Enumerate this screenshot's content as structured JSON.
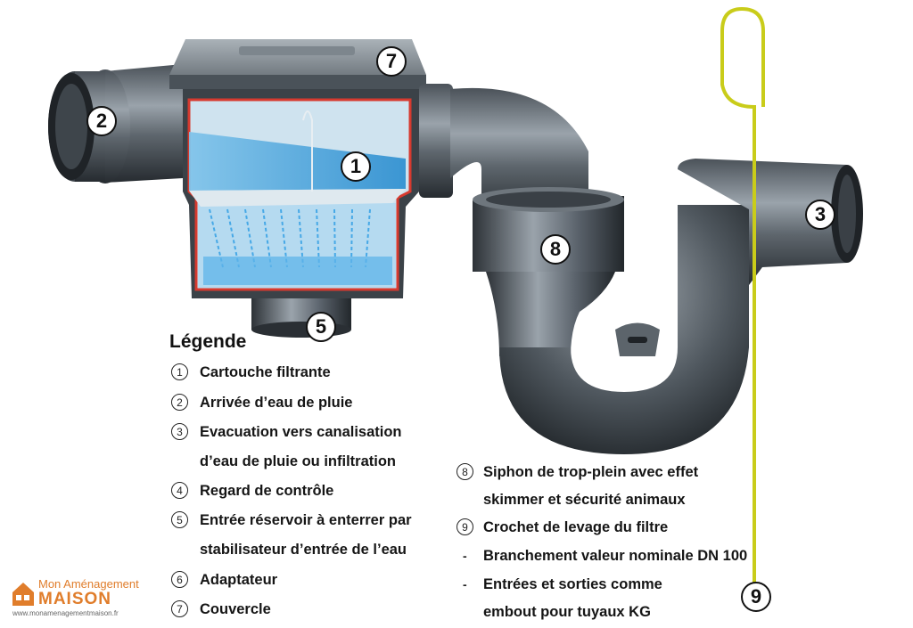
{
  "callouts": [
    "7",
    "2",
    "1",
    "8",
    "3",
    "5",
    "9"
  ],
  "legend": {
    "title": "Légende",
    "items": [
      {
        "n": "1",
        "text": "Cartouche filtrante"
      },
      {
        "n": "2",
        "text": "Arrivée d’eau de pluie"
      },
      {
        "n": "3",
        "text": "Evacuation vers canalisation",
        "text2": "d’eau de pluie ou infiltration"
      },
      {
        "n": "4",
        "text": "Regard de contrôle"
      },
      {
        "n": "5",
        "text": "Entrée réservoir à enterrer par",
        "text2": "stabilisateur d’entrée de l’eau"
      },
      {
        "n": "6",
        "text": "Adaptateur"
      },
      {
        "n": "7",
        "text": "Couvercle"
      }
    ],
    "items_right": [
      {
        "n": "8",
        "text": "Siphon de trop-plein avec effet",
        "text2": "skimmer et sécurité animaux"
      },
      {
        "n": "9",
        "text": "Crochet de levage du filtre"
      }
    ],
    "bullets": [
      {
        "marker": "-",
        "text": "Branchement valeur nominale DN 100"
      },
      {
        "marker": "-",
        "text": "Entrées et sorties comme",
        "text2": "embout pour tuyaux KG"
      }
    ]
  },
  "logo": {
    "small_text": "Mon Aménagement",
    "main_text": "MAISON",
    "url": "www.monamenagementmaison.fr",
    "brand_color": "#e07d2b"
  }
}
